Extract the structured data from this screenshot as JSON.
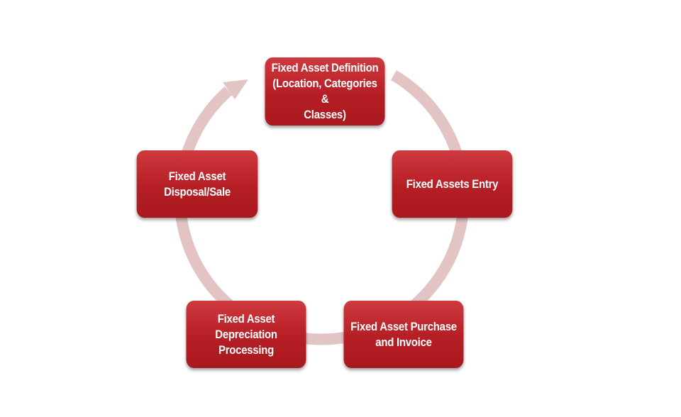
{
  "diagram": {
    "type": "cycle",
    "ring_color": "#e3c4c5",
    "box_color": "#b51e24",
    "nodes": [
      {
        "label": "Fixed Asset Definition\n(Location, Categories &\nClasses)"
      },
      {
        "label": "Fixed Assets Entry"
      },
      {
        "label": "Fixed Asset Purchase\nand Invoice"
      },
      {
        "label": "Fixed Asset\nDepreciation\nProcessing"
      },
      {
        "label": "Fixed Asset\nDisposal/Sale"
      }
    ]
  }
}
